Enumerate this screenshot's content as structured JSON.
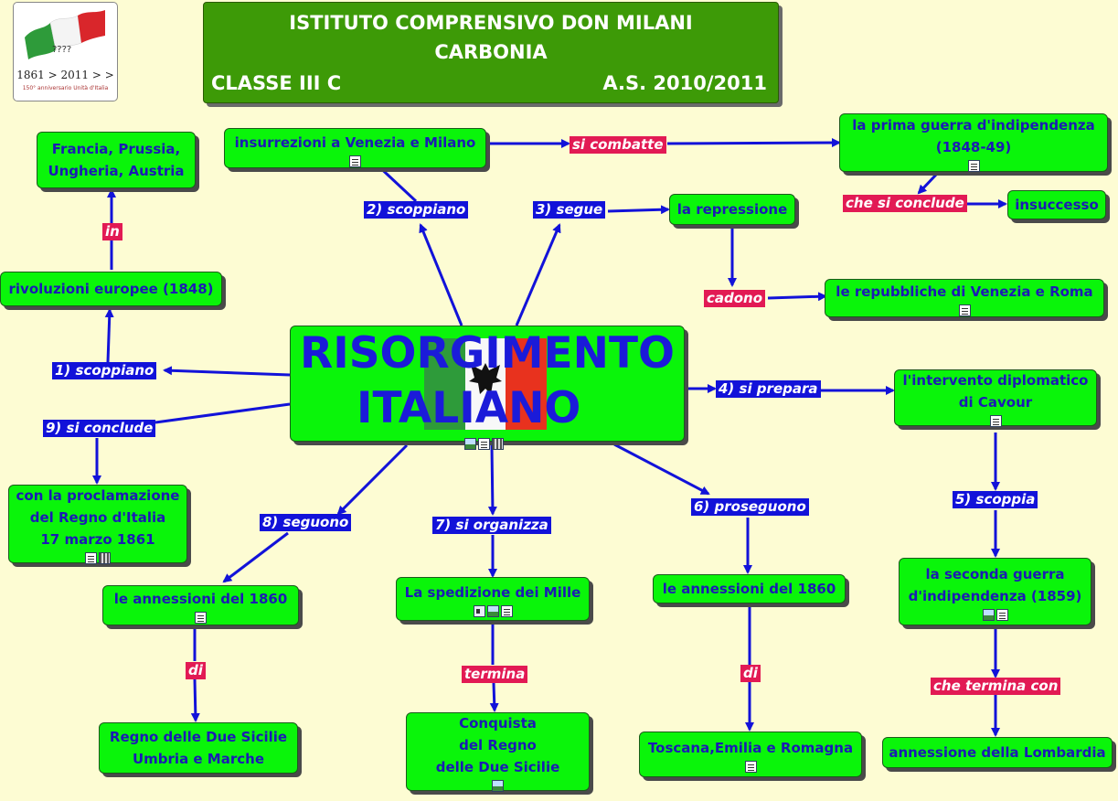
{
  "header": {
    "line1": "ISTITUTO COMPRENSIVO DON MILANI",
    "line2": "CARBONIA",
    "classe": "CLASSE III C",
    "anno": "A.S. 2010/2011"
  },
  "logo": {
    "dates": "1861 > 2011 > >",
    "subtitle": "150° anniversario Unità d'Italia",
    "question": "????"
  },
  "colors": {
    "node": "#0af50a",
    "blue_label": "#1212d9",
    "red_label": "#e21a54",
    "header": "#3d9a07",
    "background": "#fdfcd3"
  },
  "central": {
    "line1": "RISORGIMENTO",
    "line2": "ITALIANO",
    "icons": [
      "image-icon",
      "document-icon",
      "video-icon"
    ]
  },
  "nodes": {
    "francia": "Francia, Prussia,\nUngheria, Austria",
    "rivoluzioni": "rivoluzioni europee (1848)",
    "insurrezioni": "insurrezioni a Venezia e Milano",
    "prima_guerra": "la prima guerra d'indipendenza\n(1848-49)",
    "insuccesso": "insuccesso",
    "repressione": "la repressione",
    "repubbliche": "le repubbliche di Venezia e Roma",
    "cavour": "l'intervento diplomatico\ndi Cavour",
    "proclamazione": "con la proclamazione\ndel Regno d'Italia\n17 marzo 1861",
    "annessioni_left": "le annessioni del 1860",
    "due_sicilie": "Regno delle Due Sicilie\nUmbria e Marche",
    "mille": "La spedizione dei Mille",
    "conquista": "Conquista\ndel Regno\n delle Due Sicilie",
    "annessioni_mid": "le annessioni del 1860",
    "toscana": "Toscana,Emilia e Romagna",
    "seconda_guerra": "la seconda guerra\nd'indipendenza (1859)",
    "lombardia": "annessione della Lombardia"
  },
  "labels": {
    "in": "in",
    "scoppiano1": "1) scoppiano",
    "scoppiano2": "2) scoppiano",
    "segue": "3) segue",
    "prepara": "4) si prepara",
    "scoppia": "5) scoppia",
    "proseguono": "6) proseguono",
    "organizza": "7) si organizza",
    "seguono": "8) seguono",
    "conclude9": "9) si conclude",
    "combatte": "si combatte",
    "conclude": "che si conclude",
    "cadono": "cadono",
    "di1": "di",
    "termina": "termina",
    "di2": "di",
    "termina_con": "che termina con"
  }
}
